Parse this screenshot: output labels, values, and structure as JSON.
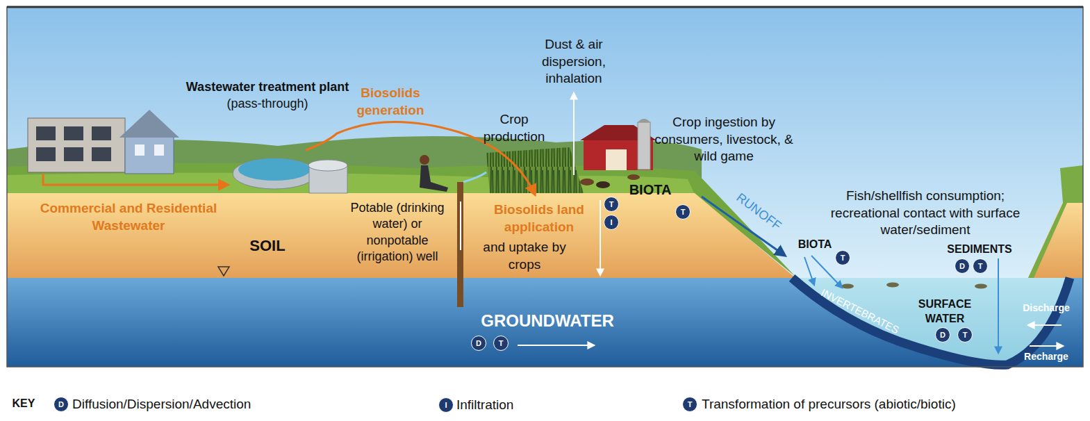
{
  "diagram": {
    "nodes": [
      {
        "text": [
          "T"
        ]
      },
      {
        "text": [
          "I"
        ]
      },
      {
        "text": [
          "T"
        ]
      },
      {
        "text": [
          "T"
        ]
      },
      {
        "text": [
          "D"
        ]
      },
      {
        "text": [
          "T"
        ]
      },
      {
        "text": [
          "D"
        ]
      },
      {
        "text": [
          "T"
        ]
      },
      {
        "text": [
          "D"
        ]
      },
      {
        "text": [
          "T"
        ]
      },
      {
        "text": [
          "D"
        ]
      },
      {
        "text": [
          "I"
        ]
      },
      {
        "text": [
          "T"
        ]
      }
    ],
    "labels": [
      "Wastewater treatment plant",
      "(pass-through)",
      "Biosolids generation",
      "Dust & air dispersion, inhalation",
      "Crop production",
      "Crop ingestion by consumers, livestock, & wild game",
      "BIOTA",
      "Fish/shellfish consumption; recreational contact with surface water/sediment",
      "Commercial and Residential Wastewater",
      "SOIL",
      "Potable (drinking water) or nonpotable (irrigation) well",
      "Biosolids land application",
      "and uptake by crops",
      "RUNOFF",
      "BIOTA",
      "SEDIMENTS",
      "GROUNDWATER",
      "SURFACE WATER",
      "INVERTEBRATES",
      "Discharge",
      "Recharge",
      "KEY"
    ],
    "legend": [
      {
        "text": "Diffusion/Dispersion/Advection"
      },
      {
        "text": "Infiltration"
      },
      {
        "text": "Transformation of precursors (abiotic/biotic)"
      }
    ]
  }
}
